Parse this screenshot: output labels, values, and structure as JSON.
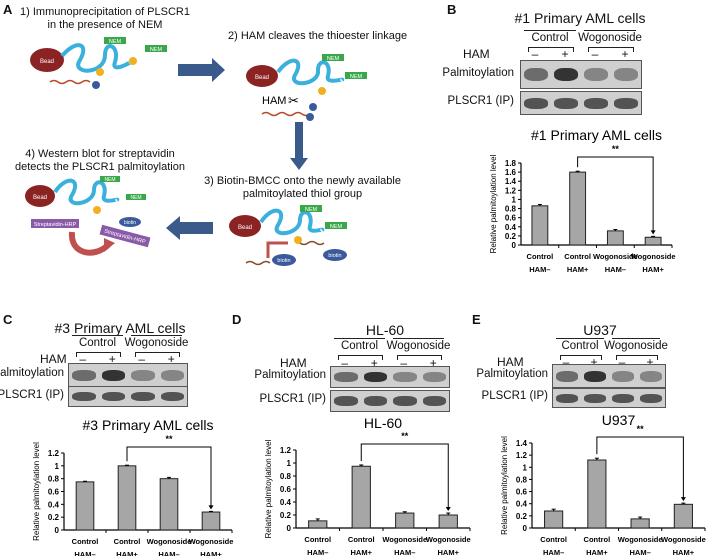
{
  "panels": {
    "A": {
      "label": "A",
      "step1": [
        "1) Immunoprecipitation of PLSCR1",
        "in the presence of NEM"
      ],
      "step2": "2) HAM cleaves the thioester linkage",
      "step3": [
        "3) Biotin-BMCC onto the newly available",
        "palmitoylated thiol group"
      ],
      "step4": [
        "4) Western blot for streptavidin",
        "detects the PLSCR1 palmitoylation"
      ],
      "bead": "Bead",
      "nem": "NEM",
      "ham": "HAM",
      "biotin": "biotin",
      "streptavidin": "Streptavidin-HRP",
      "colors": {
        "bead": "#8b2323",
        "chain": "#3bb0dc",
        "nem": "#3aa84a",
        "arrow": "#3a5a8c",
        "biotin": "#3a5a9c",
        "strep": "#8a5aa8",
        "palm": "#f0b020"
      }
    },
    "B": {
      "label": "B"
    },
    "C": {
      "label": "C"
    },
    "D": {
      "label": "D"
    },
    "E": {
      "label": "E"
    }
  },
  "blots": [
    {
      "panel": "B",
      "title": "#1 Primary  AML cells",
      "groups": [
        "Control",
        "Wogonoside"
      ],
      "ham_label": "HAM",
      "signs": [
        "–",
        "+",
        "–",
        "+"
      ],
      "rows": [
        "Palmitoylation",
        "PLSCR1 (IP)"
      ]
    },
    {
      "panel": "C",
      "title": "#3 Primary  AML cells",
      "groups": [
        "Control",
        "Wogonoside"
      ],
      "ham_label": "HAM",
      "signs": [
        "–",
        "+",
        "–",
        "+"
      ],
      "rows": [
        "Palmitoylation",
        "PLSCR1 (IP)"
      ]
    },
    {
      "panel": "D",
      "title": "HL-60",
      "groups": [
        "Control",
        "Wogonoside"
      ],
      "ham_label": "HAM",
      "signs": [
        "–",
        "+",
        "–",
        "+"
      ],
      "rows": [
        "Palmitoylation",
        "PLSCR1 (IP)"
      ]
    },
    {
      "panel": "E",
      "title": "U937",
      "groups": [
        "Control",
        "Wogonoside"
      ],
      "ham_label": "HAM",
      "signs": [
        "–",
        "+",
        "–",
        "+"
      ],
      "rows": [
        "Palmitoylation",
        "PLSCR1 (IP)"
      ]
    }
  ],
  "chart_data": [
    {
      "panel": "B",
      "type": "bar",
      "title": "#1 Primary  AML cells",
      "ylabel": "Relative palmitoylation level",
      "categories": [
        [
          "Control",
          "HAM–"
        ],
        [
          "Control",
          "HAM+"
        ],
        [
          "Wogonoside",
          "HAM–"
        ],
        [
          "Wogonoside",
          "HAM+"
        ]
      ],
      "values": [
        0.86,
        1.6,
        0.31,
        0.17
      ],
      "errors": [
        0.03,
        0.02,
        0.03,
        0.02
      ],
      "ylim": [
        0,
        1.8
      ],
      "yticks": [
        "0",
        "0.2",
        "0.4",
        "0.6",
        "0.8",
        "1",
        "1.2",
        "1.4",
        "1.6",
        "1.8"
      ],
      "significance": {
        "from": 1,
        "to": 3,
        "label": "**"
      },
      "bar_color": "#a6a6a6"
    },
    {
      "panel": "C",
      "type": "bar",
      "title": "#3 Primary  AML cells",
      "ylabel": "Relative palmitoylation level",
      "categories": [
        [
          "Control",
          "HAM–"
        ],
        [
          "Control",
          "HAM+"
        ],
        [
          "Wogonoside",
          "HAM–"
        ],
        [
          "Wogonoside",
          "HAM+"
        ]
      ],
      "values": [
        0.75,
        1.0,
        0.8,
        0.28
      ],
      "errors": [
        0.01,
        0.01,
        0.02,
        0.01
      ],
      "ylim": [
        0,
        1.2
      ],
      "yticks": [
        "0",
        "0.2",
        "0.4",
        "0.6",
        "0.8",
        "1",
        "1.2"
      ],
      "significance": {
        "from": 1,
        "to": 3,
        "label": "**"
      },
      "bar_color": "#a6a6a6"
    },
    {
      "panel": "D",
      "type": "bar",
      "title": "HL-60",
      "ylabel": "Relative palmitoylation level",
      "categories": [
        [
          "Control",
          "HAM–"
        ],
        [
          "Control",
          "HAM+"
        ],
        [
          "Wogonoside",
          "HAM–"
        ],
        [
          "Wogonoside",
          "HAM+"
        ]
      ],
      "values": [
        0.11,
        0.95,
        0.23,
        0.2
      ],
      "errors": [
        0.03,
        0.02,
        0.02,
        0.03
      ],
      "ylim": [
        0,
        1.2
      ],
      "yticks": [
        "0",
        "0.2",
        "0.4",
        "0.6",
        "0.8",
        "1",
        "1.2"
      ],
      "significance": {
        "from": 1,
        "to": 3,
        "label": "**"
      },
      "bar_color": "#a6a6a6"
    },
    {
      "panel": "E",
      "type": "bar",
      "title": "U937",
      "ylabel": "Relative palmitoylation level",
      "categories": [
        [
          "Control",
          "HAM–"
        ],
        [
          "Control",
          "HAM+"
        ],
        [
          "Wogonoside",
          "HAM–"
        ],
        [
          "Wogonoside",
          "HAM+"
        ]
      ],
      "values": [
        0.28,
        1.12,
        0.15,
        0.39
      ],
      "errors": [
        0.03,
        0.03,
        0.03,
        0.02
      ],
      "ylim": [
        0,
        1.4
      ],
      "yticks": [
        "0",
        "0.2",
        "0.4",
        "0.6",
        "0.8",
        "1",
        "1.2",
        "1.4"
      ],
      "significance": {
        "from": 1,
        "to": 3,
        "label": "**"
      },
      "bar_color": "#a6a6a6"
    }
  ]
}
